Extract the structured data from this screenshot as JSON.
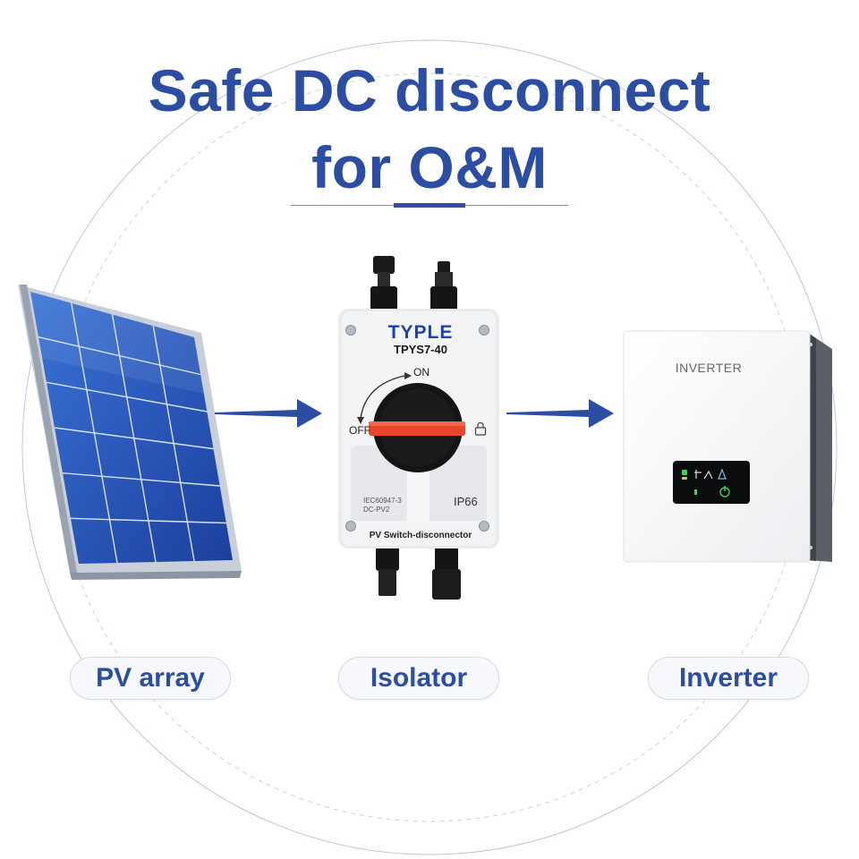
{
  "headline": {
    "line1": "Safe DC disconnect",
    "line2": "for O&M"
  },
  "labels": {
    "pv_array": "PV array",
    "isolator": "Isolator",
    "inverter": "Inverter"
  },
  "isolator": {
    "brand": "TYPLE",
    "model": "TPYS7-40",
    "on_label": "ON",
    "off_label": "OFF",
    "standard_line1": "IEC60947-3",
    "standard_line2": "DC-PV2",
    "ip_rating": "IP66",
    "caption": "PV Switch-disconnector"
  },
  "inverter": {
    "label": "INVERTER"
  },
  "colors": {
    "primary": "#2b4da3",
    "pill_border": "#d3dbe8",
    "pill_bg": "#f6f8fc",
    "switch_handle": "#e8452b",
    "knob": "#141414",
    "panel_cell": "#1f55c2"
  },
  "icons": [
    "arrow-right-icon",
    "lock-icon",
    "rotate-arrow-icon",
    "display-panel-icon"
  ]
}
